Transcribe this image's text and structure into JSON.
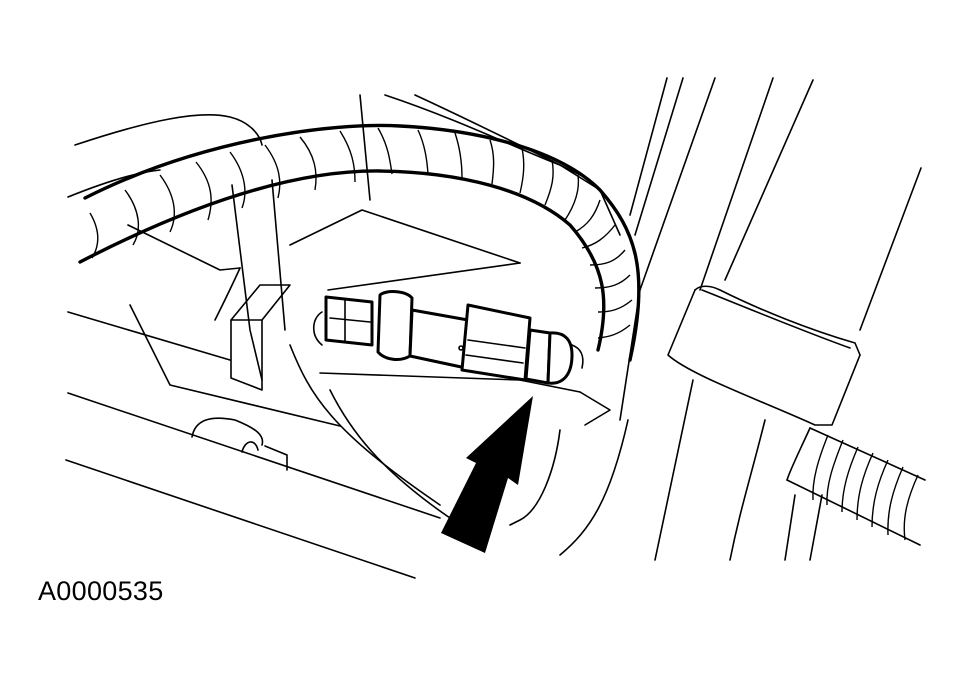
{
  "figure": {
    "caption": "A0000535",
    "subject": "electrical connector in wiring harness",
    "callouts": [
      {
        "type": "arrow",
        "icon": "arrow-pointer-icon",
        "points_to": "connector"
      }
    ],
    "colors": {
      "line": "#000000",
      "background": "#ffffff"
    }
  }
}
